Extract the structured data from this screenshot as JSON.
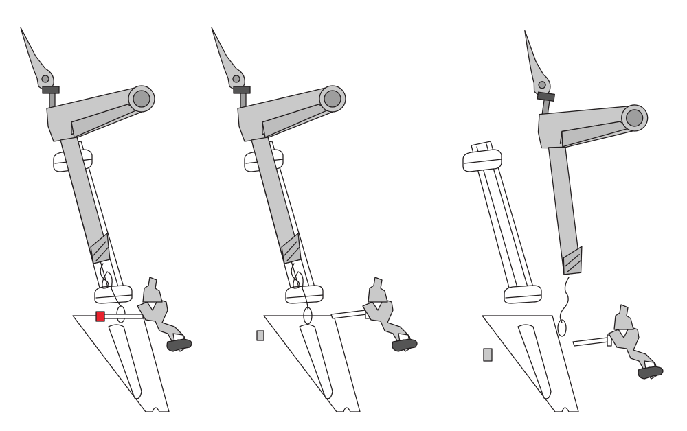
{
  "figure": {
    "panels": [
      {
        "id": "panel-1",
        "stage": "assembled",
        "locking_pin_highlighted": true
      },
      {
        "id": "panel-2",
        "stage": "pin-removed",
        "locking_pin_highlighted": false
      },
      {
        "id": "panel-3",
        "stage": "separated",
        "locking_pin_highlighted": false
      }
    ],
    "colors": {
      "outline": "#231f20",
      "part_gray": "#c9c9c9",
      "dark_gray": "#555555",
      "highlight_red": "#e8222d",
      "background": "#ffffff"
    }
  }
}
